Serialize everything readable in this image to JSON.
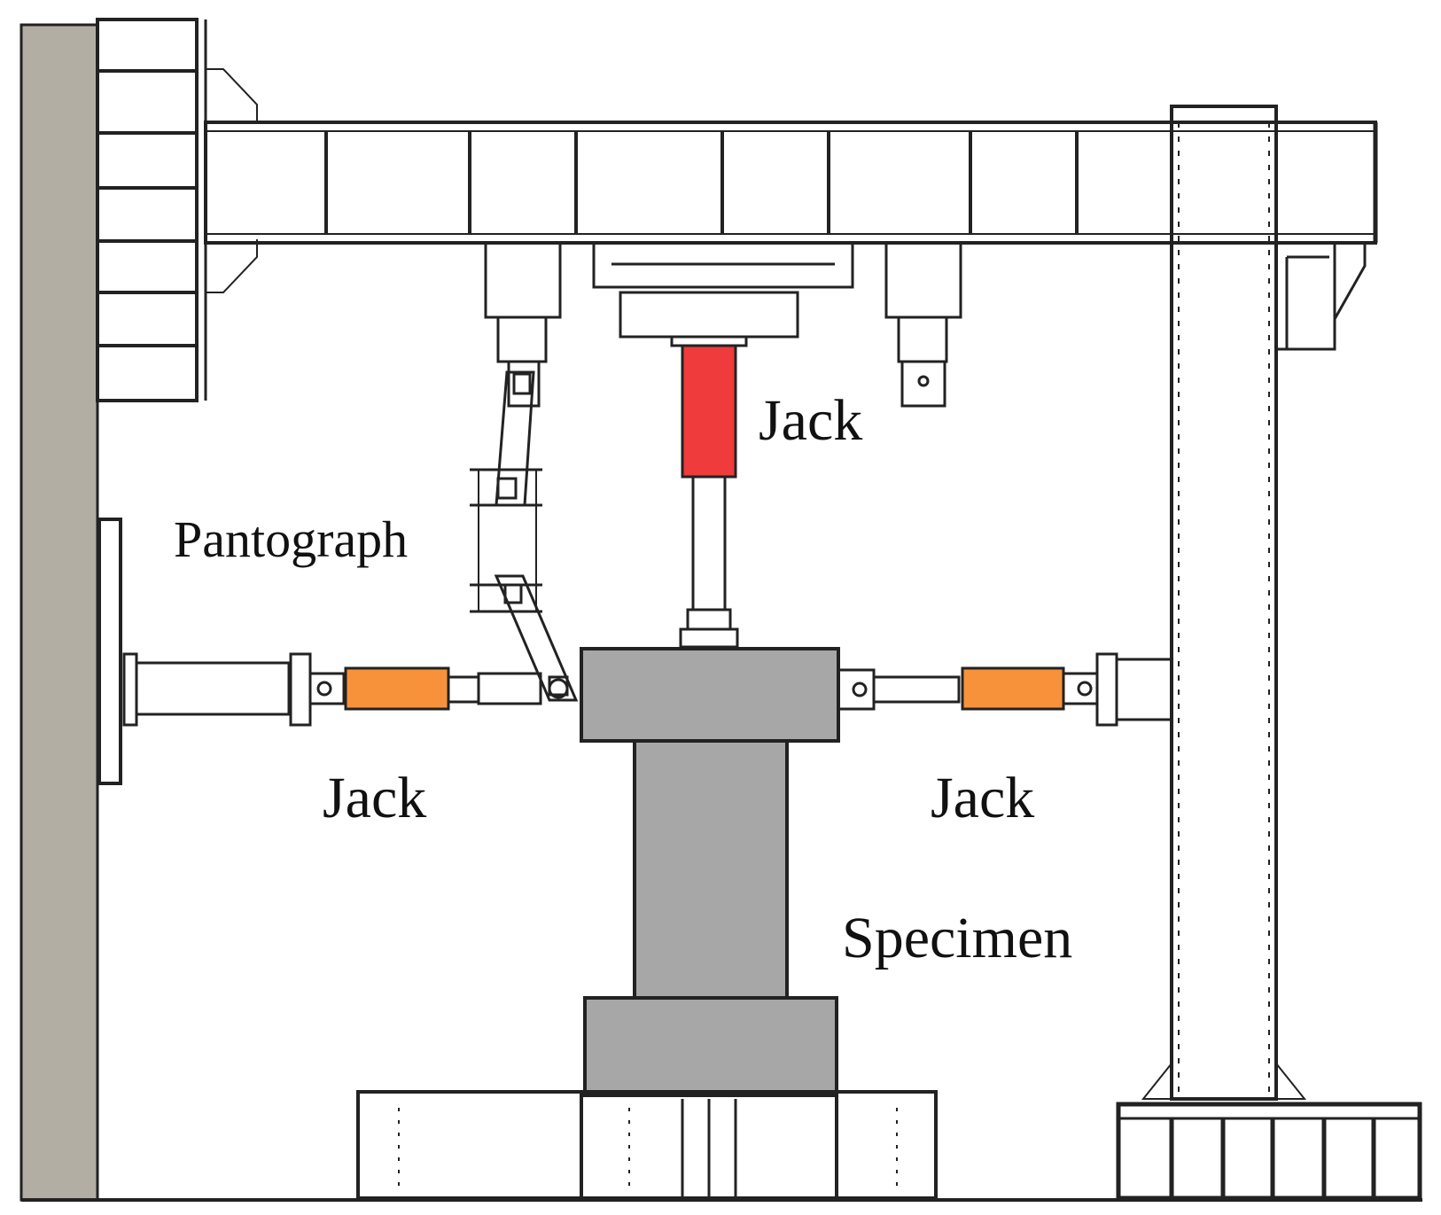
{
  "labels": {
    "jack_top": "Jack",
    "pantograph": "Pantograph",
    "jack_left": "Jack",
    "jack_right": "Jack",
    "specimen": "Specimen"
  },
  "colors": {
    "vertical_jack": "#ef3b3b",
    "horizontal_jack": "#f7923b",
    "specimen": "#a7a7a7",
    "reaction_wall": "#b3aea3",
    "line": "#222222"
  }
}
